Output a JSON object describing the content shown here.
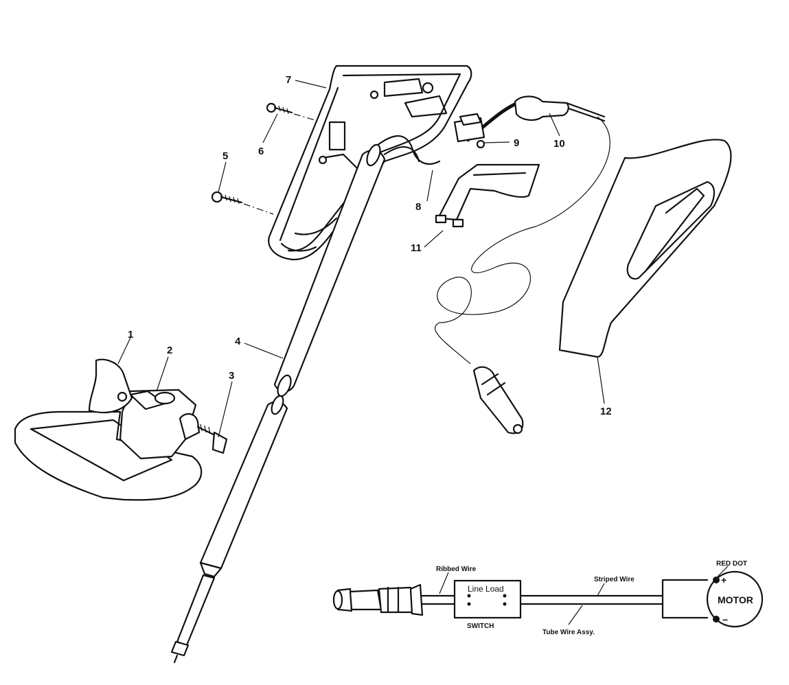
{
  "callouts": [
    "1",
    "2",
    "3",
    "4",
    "5",
    "6",
    "7",
    "8",
    "9",
    "10",
    "11",
    "12"
  ],
  "wiring": {
    "ribbed_wire": "Ribbed Wire",
    "line_load": "Line Load",
    "switch": "SWITCH",
    "striped_wire": "Striped Wire",
    "tube_wire": "Tube Wire Assy.",
    "red_dot": "RED DOT",
    "motor": "MOTOR",
    "plus": "+",
    "minus": "−"
  }
}
